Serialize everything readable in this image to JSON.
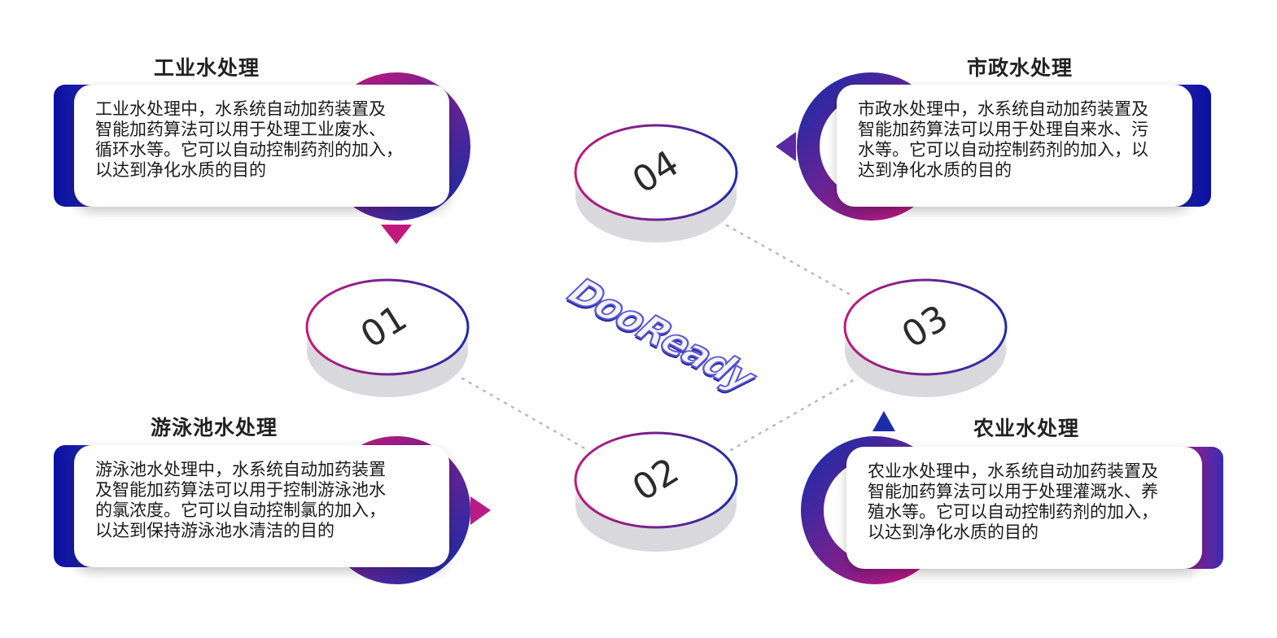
{
  "logo": "DooReady",
  "nodes": [
    "01",
    "02",
    "03",
    "04"
  ],
  "sections": [
    {
      "title": "工业水处理",
      "text": [
        "工业水处理中，水系统自动加药装置及",
        "智能加药算法可以用于处理工业废水、",
        "循环水等。它可以自动控制药剂的加入，",
        "以达到净化水质的目的"
      ]
    },
    {
      "title": "游泳池水处理",
      "text": [
        "游泳池水处理中，水系统自动加药装置",
        "及智能加药算法可以用于控制游泳池水",
        "的氯浓度。它可以自动控制氯的加入，",
        "以达到保持游泳池水清洁的目的"
      ]
    },
    {
      "title": "市政水处理",
      "text": [
        "市政水处理中，水系统自动加药装置及",
        "智能加药算法可以用于处理自来水、污",
        "水等。它可以自动控制药剂的加入，以",
        "达到净化水质的目的"
      ]
    },
    {
      "title": "农业水处理",
      "text": [
        "农业水处理中，水系统自动加药装置及",
        "智能加药算法可以用于处理灌溉水、养",
        "殖水等。它可以自动控制药剂的加入，",
        "以达到净化水质的目的"
      ]
    }
  ],
  "colors": {
    "magenta": "#c2187a",
    "blue": "#1d2ca8",
    "navy": "#0b0f9e"
  }
}
